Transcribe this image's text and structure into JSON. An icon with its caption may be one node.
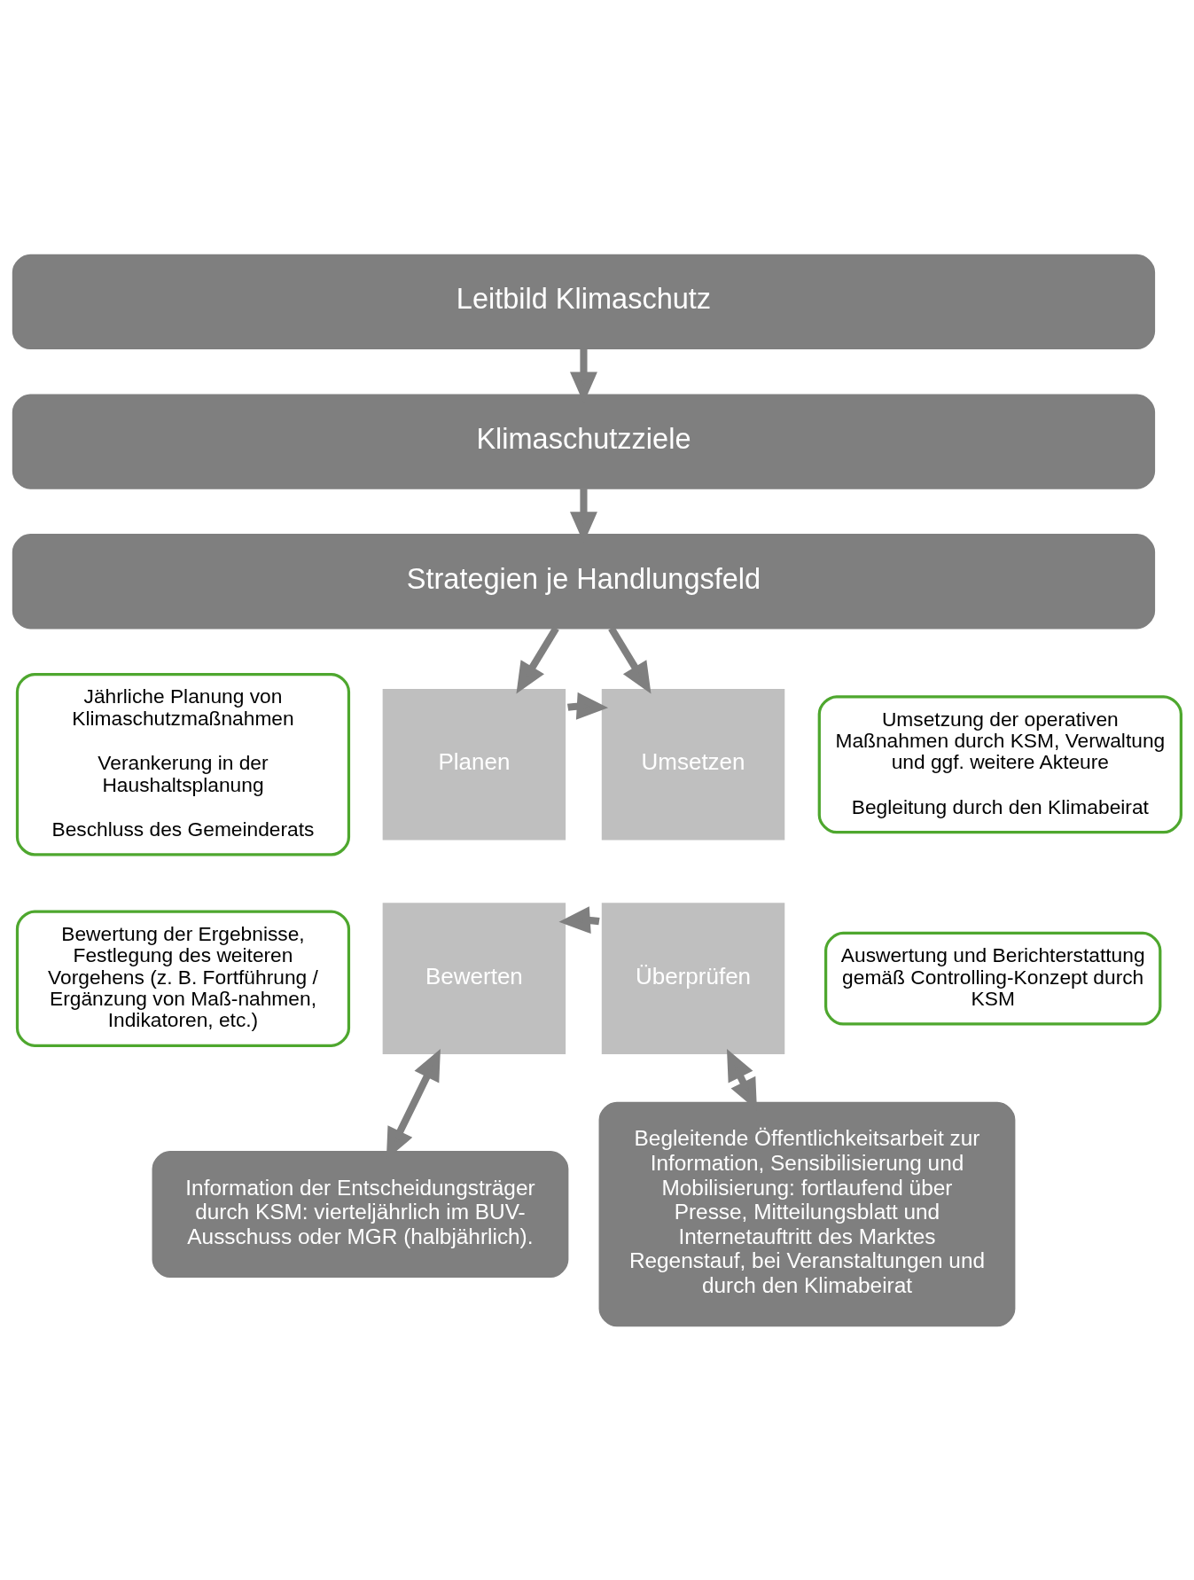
{
  "diagram": {
    "nodes": [
      {
        "text": [
          "Leitbild Klimaschutz"
        ]
      },
      {
        "text": [
          "Klimaschutzziele"
        ]
      },
      {
        "text": [
          "Strategien je Handlungsfeld"
        ]
      },
      {
        "text": [
          "Planen"
        ]
      },
      {
        "text": [
          "Umsetzen"
        ]
      },
      {
        "text": [
          "Bewerten"
        ]
      },
      {
        "text": [
          "Überprüfen"
        ]
      },
      {
        "text": [
          "Jährliche Planung von Klimaschutzmaßnahmen",
          "Verankerung in der Haushaltsplanung",
          "Beschluss des Gemeinderats"
        ]
      },
      {
        "text": [
          "Umsetzung der operativen Maßnahmen durch KSM, Verwaltung und ggf. weitere Akteure",
          "Begleitung durch den Klimabeirat"
        ]
      },
      {
        "text": [
          "Bewertung der Ergebnisse, Festlegung des weiteren Vorgehens (z. B. Fortführung / Ergänzung von Maß-nahmen, Indikatoren, etc.)"
        ]
      },
      {
        "text": [
          "Auswertung und Berichterstattung gemäß Controlling-Konzept durch KSM"
        ]
      },
      {
        "text": [
          "Information der Entscheidungsträger durch KSM: vierteljährlich im BUV-Ausschuss oder MGR (halbjährlich)."
        ]
      },
      {
        "text": [
          "Begleitende Öffentlichkeitsarbeit zur Information, Sensibilisierung und Mobilisierung: fortlaufend über Presse, Mitteilungsblatt und Internetauftritt des Marktes Regenstauf, bei Veranstaltungen und durch den Klimabeirat"
        ]
      }
    ],
    "edges": [
      {
        "from": 0,
        "to": 1,
        "arrow": "to"
      },
      {
        "from": 1,
        "to": 2,
        "arrow": "to"
      },
      {
        "from": 2,
        "to": 3,
        "arrow": "to"
      },
      {
        "from": 2,
        "to": 4,
        "arrow": "to"
      },
      {
        "from": 3,
        "to": 4,
        "arrow": "to"
      },
      {
        "from": 6,
        "to": 5,
        "arrow": "to"
      },
      {
        "from": 5,
        "to": 11,
        "arrow": "both"
      },
      {
        "from": 6,
        "to": 12,
        "arrow": "both"
      }
    ]
  }
}
